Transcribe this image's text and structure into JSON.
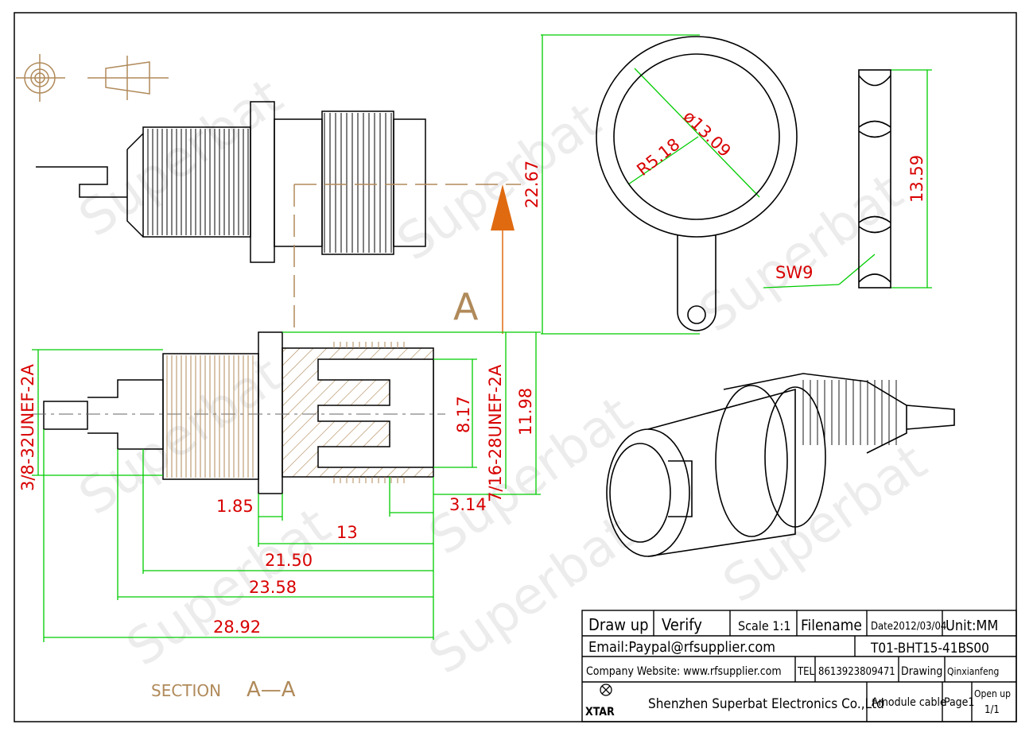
{
  "dimensions": {
    "diameter": "ø13.09",
    "radius": "R5.18",
    "panel_height": "22.67",
    "nut_height": "13.59",
    "wrench": "SW9",
    "thread_left": "3/8-32UNEF-2A",
    "thread_right": "7/16-28UNEF-2A",
    "bore": "8.17",
    "body_height": "11.98",
    "flange": "1.85",
    "tip": "3.14",
    "len_13": "13",
    "len_2150": "21.50",
    "len_2358": "23.58",
    "len_2892": "28.92"
  },
  "section_marker": "A",
  "section_label": {
    "prefix": "SECTION",
    "name": "A—A"
  },
  "watermark": "Superbat",
  "title_block": {
    "draw_up": "Draw up",
    "verify": "Verify",
    "scale": "Scale 1:1",
    "filename": "Filename",
    "date": "Date2012/03/04",
    "unit": "Unit:MM",
    "email": "Email:Paypal@rfsupplier.com",
    "part_no": "T01-BHT15-41BS00",
    "website": "Company Website:  www.rfsupplier.com",
    "tel_label": "TEL",
    "tel": "8613923809471",
    "drawing_label": "Drawing",
    "drawer": "Qinxianfeng",
    "logo_text": "XTAR",
    "company": "Shenzhen Superbat Electronics Co.,Ltd",
    "module": "Amodule cable",
    "page": "Page1",
    "open_up": "Open up",
    "open_up_value": "1/1"
  },
  "colors": {
    "line": "#000000",
    "dimension": "#00cc00",
    "text": "#d80000",
    "arrow": "#e06a10",
    "hatch": "#b08a5a"
  }
}
